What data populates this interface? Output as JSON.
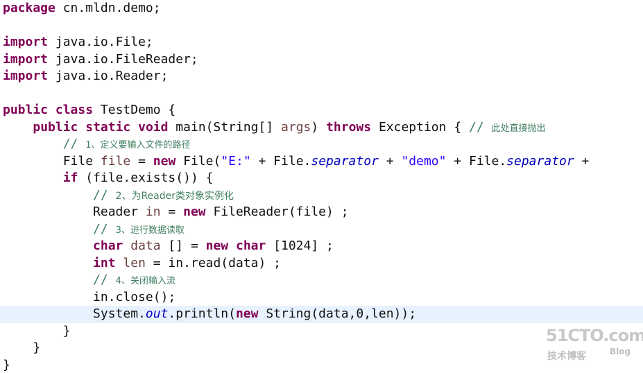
{
  "code": {
    "l1": {
      "kw": "package",
      "rest": " cn.mldn.demo;"
    },
    "l3": {
      "kw": "import",
      "rest": " java.io.File;"
    },
    "l4": {
      "kw": "import",
      "rest": " java.io.FileReader;"
    },
    "l5": {
      "kw": "import",
      "rest": " java.io.Reader;"
    },
    "l7": {
      "kw1": "public",
      "kw2": "class",
      "rest": " TestDemo {"
    },
    "l8": {
      "kw1": "public",
      "kw2": "static",
      "kw3": "void",
      "mid": " main(String[] ",
      "args": "args",
      "paren": ") ",
      "throws": "throws",
      "exc": " Exception { ",
      "cmt": "// ",
      "cmt_cjk": "此处直接抛出"
    },
    "l9": {
      "cmt": "// ",
      "cmt_cjk": "1、定义要输入文件的路径"
    },
    "l10": {
      "type": "File ",
      "var": "file",
      "eq": " = ",
      "new": "new",
      "ctor": " File(",
      "s1": "\"E:\"",
      "plus1": " + File.",
      "sep1": "separator",
      "plus2": " + ",
      "s2": "\"demo\"",
      "plus3": " + File.",
      "sep2": "separator",
      "plus4": " +"
    },
    "l11": {
      "kw": "if",
      "rest": " (file.exists()) {"
    },
    "l12": {
      "cmt": "// ",
      "cmt_cjk": "2、为Reader类对象实例化"
    },
    "l13": {
      "type": "Reader ",
      "var": "in",
      "eq": " = ",
      "new": "new",
      "rest": " FileReader(file) ;"
    },
    "l14": {
      "cmt": "// ",
      "cmt_cjk": "3、进行数据读取"
    },
    "l15": {
      "kw": "char",
      "var": " data",
      "mid": " [] = ",
      "new": "new",
      "kw2": " char",
      "rest": " [1024] ;"
    },
    "l16": {
      "kw": "int",
      "var": " len",
      "rest": " = in.read(data) ;"
    },
    "l17": {
      "cmt": "// ",
      "cmt_cjk": "4、关闭输入流"
    },
    "l18": {
      "rest": "in.close();"
    },
    "l19": {
      "pre": "System.",
      "out": "out",
      "mid": ".println(",
      "new": "new",
      "rest": " String(data,0,len));"
    },
    "l20": {
      "rest": "}"
    },
    "l21": {
      "rest": "}"
    },
    "l22": {
      "rest": "}"
    }
  },
  "watermark": {
    "logo": "51CTO.com",
    "sub": "技术博客",
    "blog": "Blog"
  }
}
